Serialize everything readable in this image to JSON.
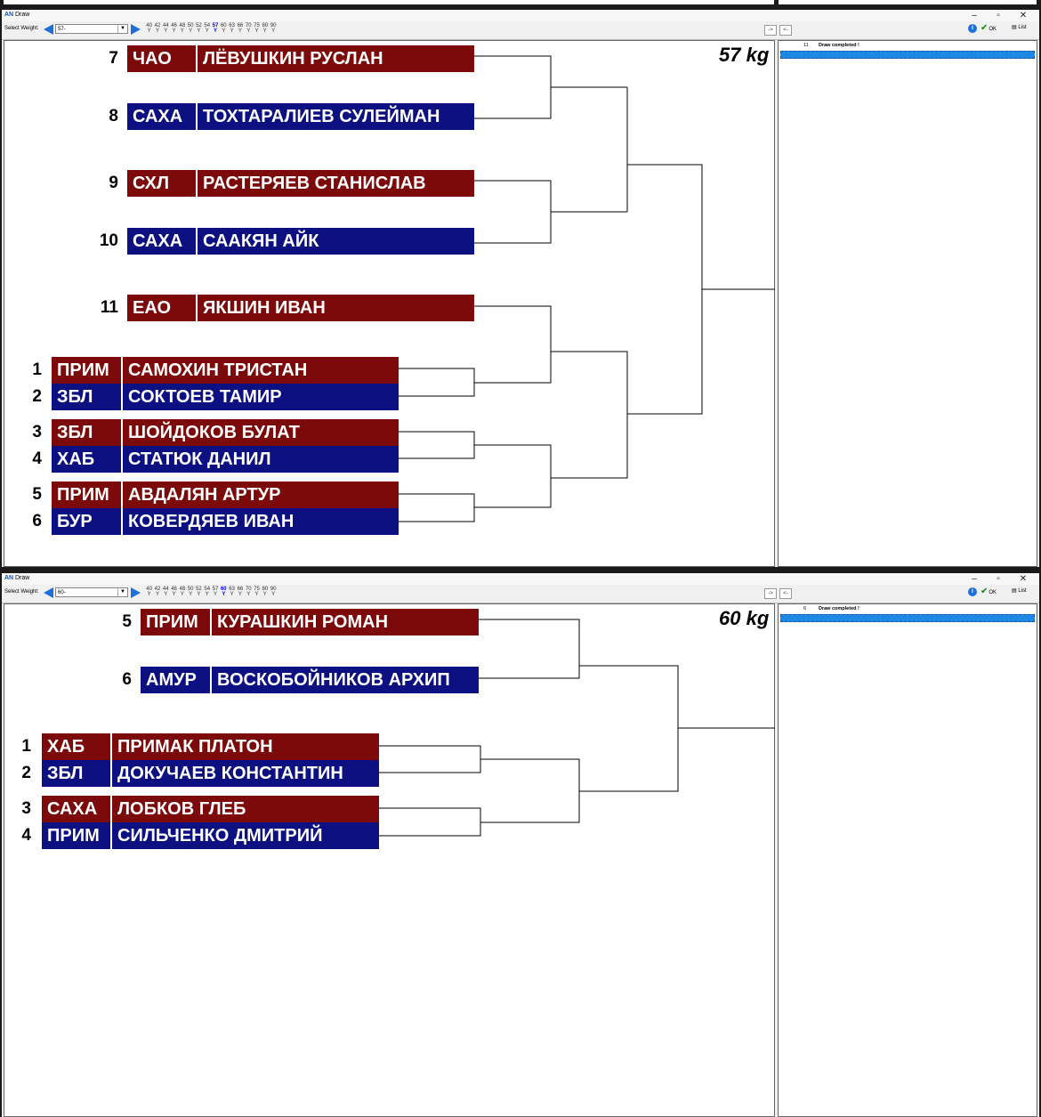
{
  "windows": [
    {
      "title": "Draw",
      "toolbar": {
        "select_label": "Select Weight:",
        "selected": "57-",
        "weights": [
          "40",
          "42",
          "44",
          "46",
          "48",
          "50",
          "52",
          "54",
          "57",
          "60",
          "63",
          "66",
          "70",
          "75",
          "80",
          "90"
        ],
        "weight_flags": [
          "Y",
          "Y",
          "Y",
          "Y",
          "Y",
          "Y",
          "Y",
          "Y",
          "Y",
          "Y",
          "Y",
          "Y",
          "Y",
          "Y",
          "Y",
          "Y"
        ],
        "selected_weight": "57",
        "forward_label": "->",
        "back_label": "<-",
        "ok_label": "OK",
        "list_label": "List"
      },
      "category": "57 kg",
      "log": {
        "num": "11",
        "message": "Draw completed !"
      },
      "entries": [
        {
          "num": "7",
          "region": "ЧАО",
          "name": "ЛЁВУШКИН РУСЛАН",
          "color": "red"
        },
        {
          "num": "8",
          "region": "САХА",
          "name": "ТОХТАРАЛИЕВ СУЛЕЙМАН",
          "color": "blue"
        },
        {
          "num": "9",
          "region": "СХЛ",
          "name": "РАСТЕРЯЕВ СТАНИСЛАВ",
          "color": "red"
        },
        {
          "num": "10",
          "region": "САХА",
          "name": "СААКЯН АЙК",
          "color": "blue"
        },
        {
          "num": "11",
          "region": "ЕАО",
          "name": "ЯКШИН ИВАН",
          "color": "red"
        },
        {
          "num": "1",
          "region": "ПРИМ",
          "name": "САМОХИН ТРИСТАН",
          "color": "red"
        },
        {
          "num": "2",
          "region": "ЗБЛ",
          "name": "СОКТОЕВ ТАМИР",
          "color": "blue"
        },
        {
          "num": "3",
          "region": "ЗБЛ",
          "name": "ШОЙДОКОВ БУЛАТ",
          "color": "red"
        },
        {
          "num": "4",
          "region": "ХАБ",
          "name": "СТАТЮК ДАНИЛ",
          "color": "blue"
        },
        {
          "num": "5",
          "region": "ПРИМ",
          "name": "АВДАЛЯН АРТУР",
          "color": "red"
        },
        {
          "num": "6",
          "region": "БУР",
          "name": "КОВЕРДЯЕВ ИВАН",
          "color": "blue"
        }
      ]
    },
    {
      "title": "Draw",
      "toolbar": {
        "select_label": "Select Weight:",
        "selected": "60-",
        "weights": [
          "40",
          "42",
          "44",
          "46",
          "48",
          "50",
          "52",
          "54",
          "57",
          "60",
          "63",
          "66",
          "70",
          "75",
          "80",
          "90"
        ],
        "weight_flags": [
          "Y",
          "Y",
          "Y",
          "Y",
          "Y",
          "Y",
          "Y",
          "Y",
          "Y",
          "Y",
          "Y",
          "Y",
          "Y",
          "Y",
          "Y",
          "Y"
        ],
        "selected_weight": "60",
        "forward_label": "->",
        "back_label": "<-",
        "ok_label": "OK",
        "list_label": "List"
      },
      "category": "60 kg",
      "log": {
        "num": "6",
        "message": "Draw completed !"
      },
      "entries": [
        {
          "num": "5",
          "region": "ПРИМ",
          "name": "КУРАШКИН РОМАН",
          "color": "red"
        },
        {
          "num": "6",
          "region": "АМУР",
          "name": "ВОСКОБОЙНИКОВ АРХИП",
          "color": "blue"
        },
        {
          "num": "1",
          "region": "ХАБ",
          "name": "ПРИМАК ПЛАТОН",
          "color": "red"
        },
        {
          "num": "2",
          "region": "ЗБЛ",
          "name": "ДОКУЧАЕВ КОНСТАНТИН",
          "color": "blue"
        },
        {
          "num": "3",
          "region": "САХА",
          "name": "ЛОБКОВ ГЛЕБ",
          "color": "red"
        },
        {
          "num": "4",
          "region": "ПРИМ",
          "name": "СИЛЬЧЕНКО ДМИТРИЙ",
          "color": "blue"
        }
      ]
    }
  ],
  "colors": {
    "red": "#7c0a0a",
    "blue": "#0d1080",
    "accent": "#1e6fd8"
  }
}
